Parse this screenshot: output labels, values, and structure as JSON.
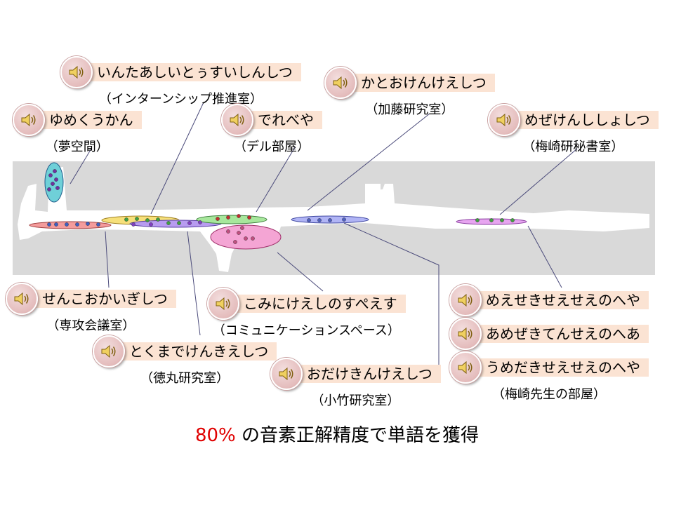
{
  "caption": {
    "accent": "80%",
    "rest": " の音素正解精度で単語を獲得"
  },
  "labels": [
    {
      "id": "intern",
      "word": "いんたあしいとぅすいしんしつ",
      "gloss": "（インターンシップ推進室）"
    },
    {
      "id": "yume",
      "word": "ゆめくうかん",
      "gloss": "（夢空間）"
    },
    {
      "id": "deru",
      "word": "でれべや",
      "gloss": "（デル部屋）"
    },
    {
      "id": "kato",
      "word": "かとおけんけえしつ",
      "gloss": "（加藤研究室）"
    },
    {
      "id": "umezaki-secretary",
      "word": "めぜけんししょしつ",
      "gloss": "（梅崎研秘書室）"
    },
    {
      "id": "senko",
      "word": "せんこおかいぎしつ",
      "gloss": "（専攻会議室）"
    },
    {
      "id": "tokumaru",
      "word": "とくまでけんきえしつ",
      "gloss": "（徳丸研究室）"
    },
    {
      "id": "commu",
      "word": "こみにけえしのすぺえす",
      "gloss": "（コミュニケーションスペース）"
    },
    {
      "id": "kotake",
      "word": "おだけきんけえしつ",
      "gloss": "（小竹研究室）"
    },
    {
      "id": "umezaki-room",
      "words": [
        "めえせきせえせえのへや",
        "あめぜきてんせえのへあ",
        "うめだきせえせえのへや"
      ],
      "gloss": "（梅崎先生の部屋）"
    }
  ]
}
